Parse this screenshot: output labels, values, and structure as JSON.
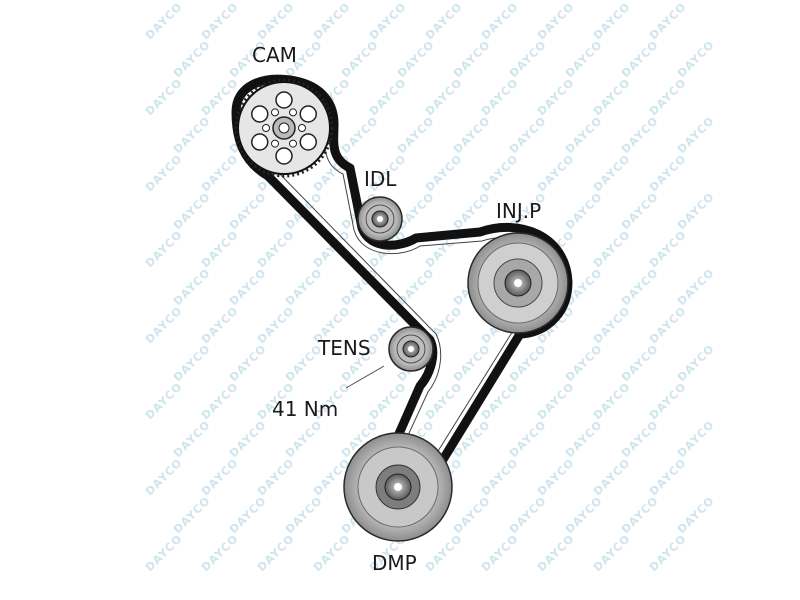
{
  "diagram": {
    "labels": {
      "cam": "CAM",
      "idler": "IDL",
      "injection_pump": "INJ.P",
      "tensioner": "TENS",
      "torque": "41 Nm",
      "damper": "DMP"
    },
    "watermark_text": "DAYCO",
    "colors": {
      "belt": "#111111",
      "pulley_light": "#d9d9d9",
      "pulley_mid": "#9c9c9c",
      "pulley_dark": "#3a3a3a",
      "watermark": "#cfe4ee",
      "label": "#1a1a1a"
    }
  }
}
